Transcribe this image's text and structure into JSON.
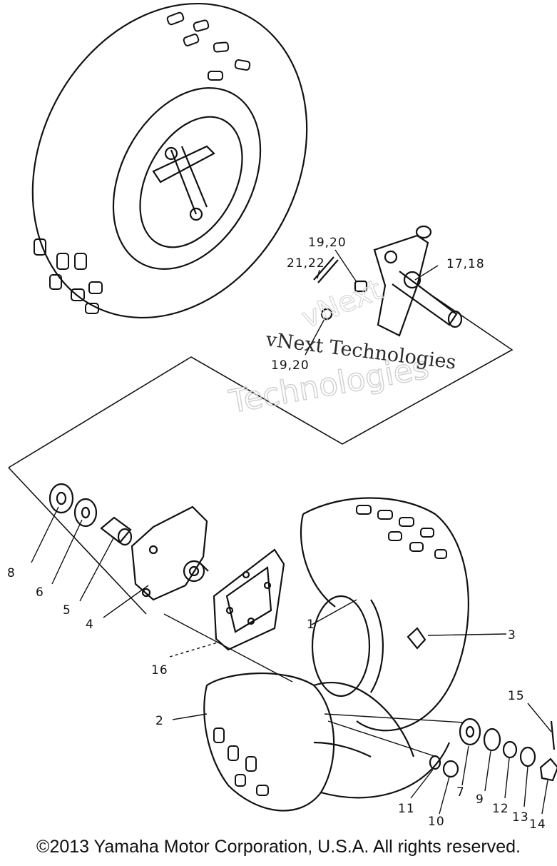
{
  "callouts": [
    "8",
    "6",
    "5",
    "4",
    "16",
    "2",
    "1",
    "3",
    "11",
    "10",
    "7",
    "9",
    "12",
    "13",
    "14",
    "15",
    "17,18",
    "19,20",
    "21,22",
    "19,20"
  ],
  "watermark": {
    "line1": "vNext Technologies",
    "line2": "Technologies",
    "line3": "vNext"
  },
  "copyright": "©2013 Yamaha Motor Corporation, U.S.A. All rights reserved."
}
